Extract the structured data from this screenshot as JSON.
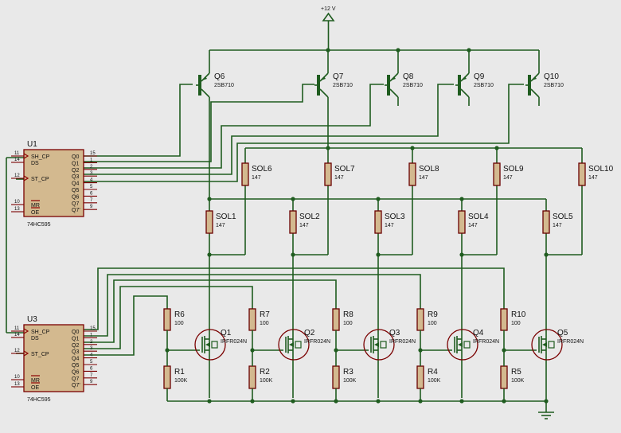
{
  "supply": {
    "label": "+12 V"
  },
  "shift_registers": [
    {
      "ref": "U1",
      "part": "74HC595",
      "left_pins": [
        {
          "num": "11",
          "name": "SH_CP"
        },
        {
          "num": "14",
          "name": "DS"
        },
        {
          "num": "12",
          "name": "ST_CP"
        },
        {
          "num": "10",
          "name": "MR"
        },
        {
          "num": "13",
          "name": "OE"
        }
      ],
      "right_pins": [
        {
          "num": "15",
          "name": "Q0"
        },
        {
          "num": "1",
          "name": "Q1"
        },
        {
          "num": "2",
          "name": "Q2"
        },
        {
          "num": "3",
          "name": "Q3"
        },
        {
          "num": "4",
          "name": "Q4"
        },
        {
          "num": "5",
          "name": "Q5"
        },
        {
          "num": "6",
          "name": "Q6"
        },
        {
          "num": "7",
          "name": "Q7"
        },
        {
          "num": "9",
          "name": "Q7'"
        }
      ]
    },
    {
      "ref": "U3",
      "part": "74HC595",
      "left_pins": [
        {
          "num": "11",
          "name": "SH_CP"
        },
        {
          "num": "14",
          "name": "DS"
        },
        {
          "num": "12",
          "name": "ST_CP"
        },
        {
          "num": "10",
          "name": "MR"
        },
        {
          "num": "13",
          "name": "OE"
        }
      ],
      "right_pins": [
        {
          "num": "15",
          "name": "Q0"
        },
        {
          "num": "1",
          "name": "Q1"
        },
        {
          "num": "2",
          "name": "Q2"
        },
        {
          "num": "3",
          "name": "Q3"
        },
        {
          "num": "4",
          "name": "Q4"
        },
        {
          "num": "5",
          "name": "Q5"
        },
        {
          "num": "6",
          "name": "Q6"
        },
        {
          "num": "7",
          "name": "Q7"
        },
        {
          "num": "9",
          "name": "Q7'"
        }
      ]
    }
  ],
  "pnp_transistors": [
    {
      "ref": "Q6",
      "part": "2SB710"
    },
    {
      "ref": "Q7",
      "part": "2SB710"
    },
    {
      "ref": "Q8",
      "part": "2SB710"
    },
    {
      "ref": "Q9",
      "part": "2SB710"
    },
    {
      "ref": "Q10",
      "part": "2SB710"
    }
  ],
  "solenoids_top": [
    {
      "ref": "SOL6",
      "value": "147"
    },
    {
      "ref": "SOL7",
      "value": "147"
    },
    {
      "ref": "SOL8",
      "value": "147"
    },
    {
      "ref": "SOL9",
      "value": "147"
    },
    {
      "ref": "SOL10",
      "value": "147"
    }
  ],
  "solenoids_mid": [
    {
      "ref": "SOL1",
      "value": "147"
    },
    {
      "ref": "SOL2",
      "value": "147"
    },
    {
      "ref": "SOL3",
      "value": "147"
    },
    {
      "ref": "SOL4",
      "value": "147"
    },
    {
      "ref": "SOL5",
      "value": "147"
    }
  ],
  "gate_resistors": [
    {
      "ref": "R6",
      "value": "100"
    },
    {
      "ref": "R7",
      "value": "100"
    },
    {
      "ref": "R8",
      "value": "100"
    },
    {
      "ref": "R9",
      "value": "100"
    },
    {
      "ref": "R10",
      "value": "100"
    }
  ],
  "pulldown_resistors": [
    {
      "ref": "R1",
      "value": "100K"
    },
    {
      "ref": "R2",
      "value": "100K"
    },
    {
      "ref": "R3",
      "value": "100K"
    },
    {
      "ref": "R4",
      "value": "100K"
    },
    {
      "ref": "R5",
      "value": "100K"
    }
  ],
  "mosfets": [
    {
      "ref": "Q1",
      "part": "IRFR024N"
    },
    {
      "ref": "Q2",
      "part": "IRFR024N"
    },
    {
      "ref": "Q3",
      "part": "IRFR024N"
    },
    {
      "ref": "Q4",
      "part": "IRFR024N"
    },
    {
      "ref": "Q5",
      "part": "IRFR024N"
    }
  ]
}
